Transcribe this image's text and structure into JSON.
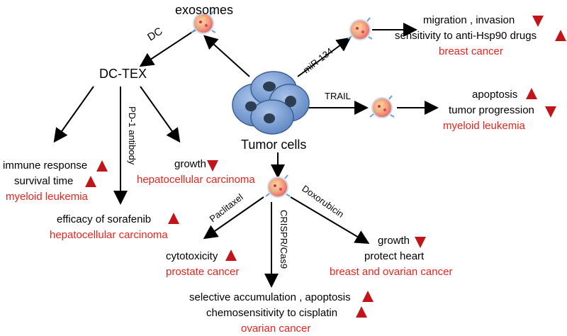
{
  "nodes": {
    "exosomes": "exosomes",
    "dc": "DC",
    "dc_tex": "DC-TEX",
    "tumor_cells": "Tumor cells",
    "mir134": "miR-134",
    "trail": "TRAIL",
    "pd1": "PD-1 antibody",
    "paclitaxel": "Paclitaxel",
    "crispr": "CRISPR/Cas9",
    "doxorubicin": "Doxorubicin"
  },
  "outcomes": {
    "breast_1": [
      "migration , invasion",
      "sensitivity to anti-Hsp90 drugs"
    ],
    "breast_1_disease": "breast cancer",
    "myeloid_2": [
      "apoptosis",
      "tumor progression"
    ],
    "myeloid_2_disease": "myeloid leukemia",
    "myeloid_1": [
      "immune response",
      "survival time"
    ],
    "myeloid_1_disease": "myeloid leukemia",
    "hcc_1": [
      "growth"
    ],
    "hcc_1_disease": "hepatocellular carcinoma",
    "hcc_2": [
      "efficacy of sorafenib"
    ],
    "hcc_2_disease": "hepatocellular carcinoma",
    "prostate": [
      "cytotoxicity"
    ],
    "prostate_disease": "prostate cancer",
    "ovarian": [
      "selective accumulation , apoptosis",
      "chemosensitivity to cisplatin"
    ],
    "ovarian_disease": "ovarian cancer",
    "breast_ovarian": [
      "growth",
      "protect heart"
    ],
    "breast_ovarian_disease": "breast and ovarian cancer"
  },
  "colors": {
    "text": "#000000",
    "disease": "#e8231d",
    "arrow_up_down": "#c0151b",
    "cell": "#6e98cf",
    "nucleus": "#2d3d52"
  }
}
